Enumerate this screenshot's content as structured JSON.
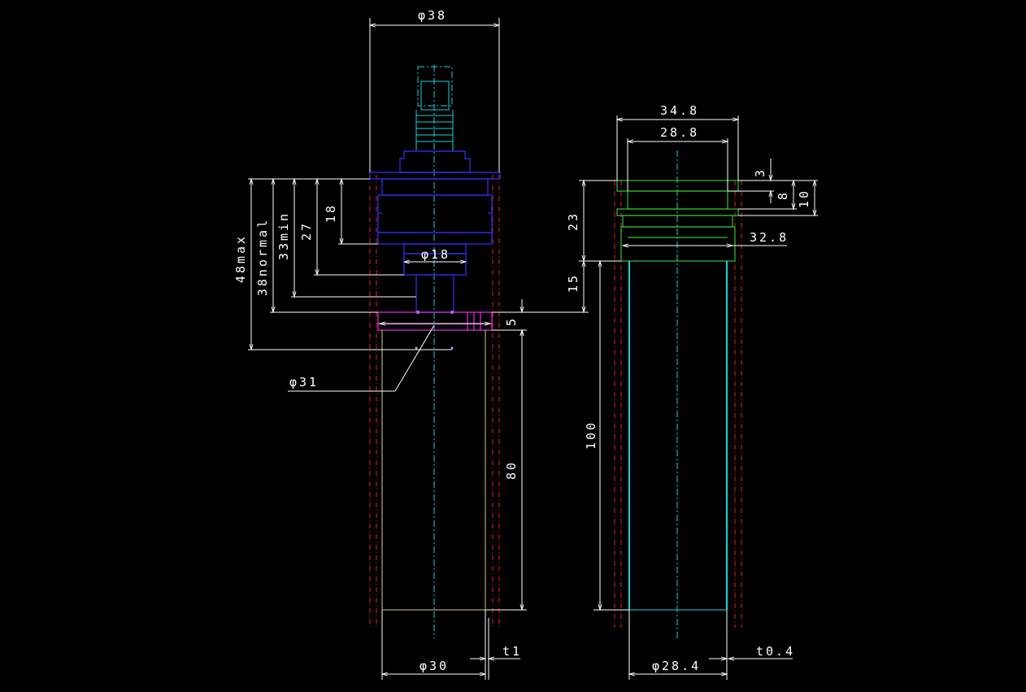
{
  "dimensions": {
    "d38": "φ38",
    "d18": "φ18",
    "d31": "φ31",
    "d30": "φ30",
    "t1": "t1",
    "v18": "18",
    "v27": "27",
    "v33min": "33min",
    "v38normal": "38normal",
    "v48max": "48max",
    "v5": "5",
    "v80": "80",
    "w34_8": "34.8",
    "w28_8": "28.8",
    "v3": "3",
    "v8": "8",
    "v10": "10",
    "v23": "23",
    "v15": "15",
    "w32_8": "32.8",
    "v100": "100",
    "d28_4": "φ28.4",
    "t0_4": "t0.4"
  },
  "colors": {
    "background": "#000000",
    "dimension": "#ffffff",
    "hidden_line": "#e8202a",
    "centerline": "#19d2d8",
    "part_blue": "#2a2ad8",
    "part_green": "#36c236",
    "part_magenta": "#d82ad8",
    "tube_yellow": "#d8c88a"
  }
}
